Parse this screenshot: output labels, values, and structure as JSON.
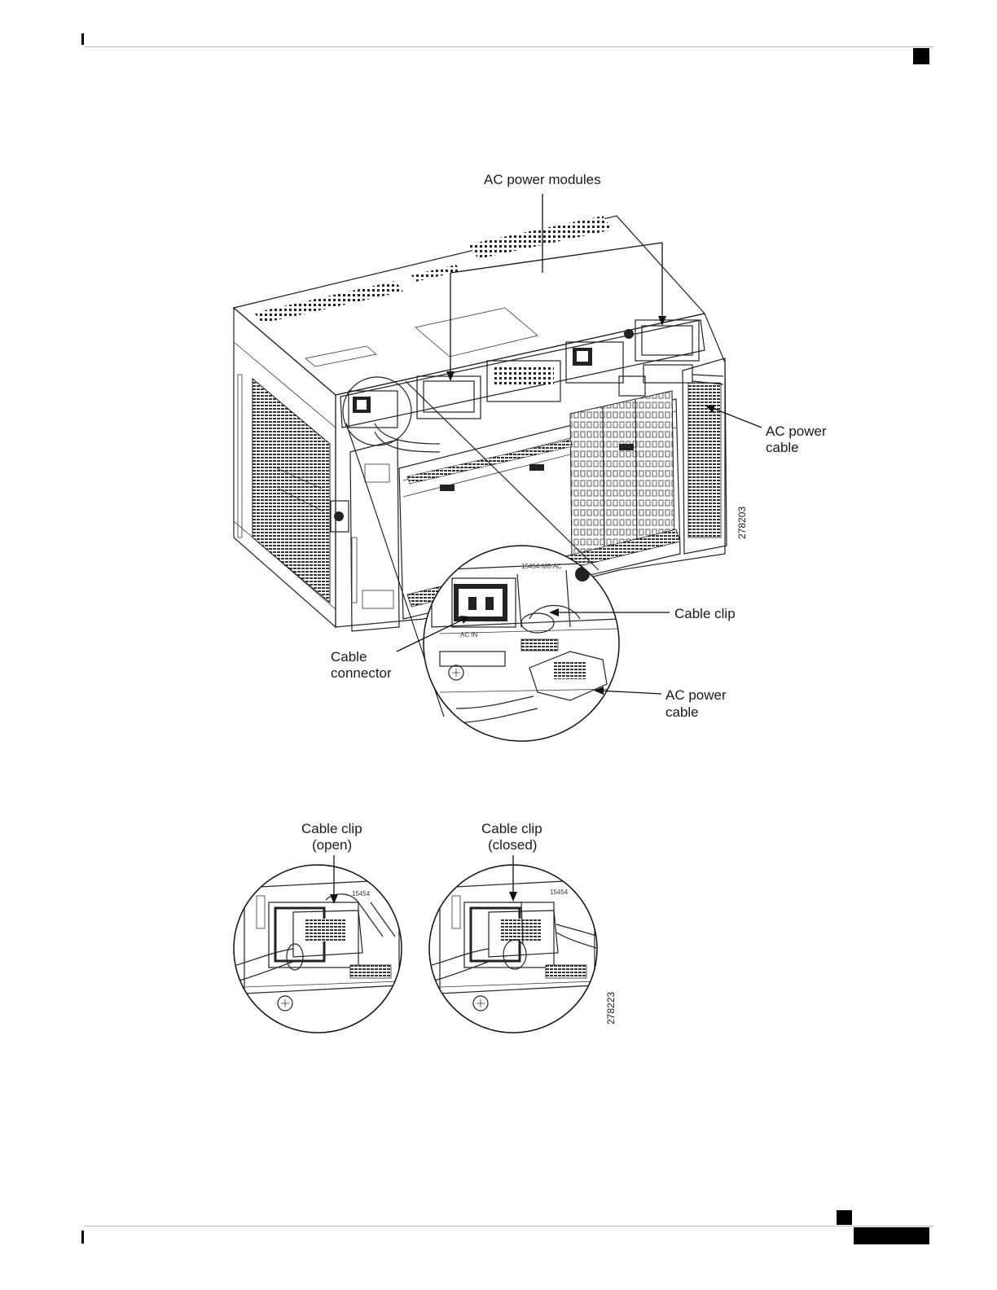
{
  "figure_top": {
    "labels": {
      "ac_power_modules": "AC power modules",
      "ac_power_cable_right_1": "AC power",
      "ac_power_cable_right_2": "cable",
      "cable_clip": "Cable clip",
      "cable_connector_1": "Cable",
      "cable_connector_2": "connector",
      "ac_power_cable_bottom_1": "AC power",
      "ac_power_cable_bottom_2": "cable",
      "module_marking": "15454-M6-AC",
      "figure_number": "278203"
    }
  },
  "figure_bottom": {
    "labels": {
      "clip_open_1": "Cable clip",
      "clip_open_2": "(open)",
      "clip_closed_1": "Cable clip",
      "clip_closed_2": "(closed)",
      "module_marking_left": "15454",
      "module_marking_right": "15454",
      "figure_number": "278223"
    }
  }
}
